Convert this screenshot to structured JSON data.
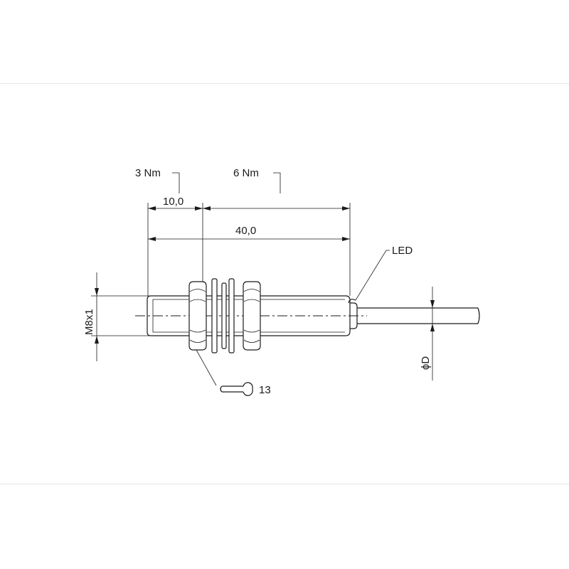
{
  "drawing": {
    "torque_front": "3 Nm",
    "torque_rear": "6 Nm",
    "dim_front": "10,0",
    "dim_total": "40,0",
    "thread": "M8x1",
    "led": "LED",
    "wrench_size": "13",
    "cable_diameter": "ϕD"
  }
}
